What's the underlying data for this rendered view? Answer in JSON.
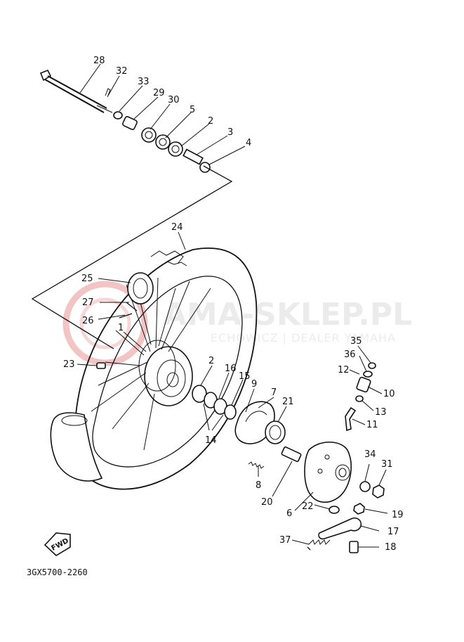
{
  "watermark": {
    "title": "AMA-SKLEP.PL",
    "subtitle": "ECHOWICZ | DEALER YAMAHA",
    "color": "#e8a3a3"
  },
  "diagram_code": "3GX5700-2260",
  "fwd_badge": "FWD",
  "callouts": [
    "28",
    "32",
    "33",
    "29",
    "30",
    "5",
    "2",
    "3",
    "4",
    "24",
    "25",
    "27",
    "26",
    "1",
    "23",
    "2",
    "16",
    "15",
    "9",
    "7",
    "21",
    "14",
    "8",
    "20",
    "6",
    "22",
    "37",
    "17",
    "18",
    "19",
    "34",
    "31",
    "35",
    "36",
    "12",
    "10",
    "13",
    "11"
  ]
}
